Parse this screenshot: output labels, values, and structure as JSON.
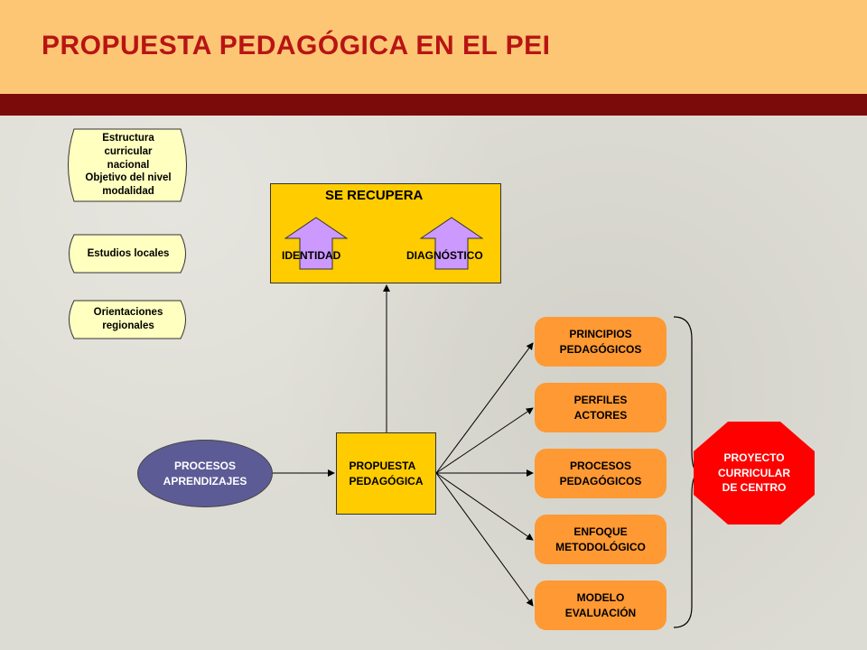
{
  "title": "PROPUESTA PEDAGÓGICA EN EL PEI",
  "colors": {
    "header_bg": "#fdc675",
    "header_band": "#7b0a0a",
    "title": "#b81414",
    "yellow_box": "#ffcc00",
    "orange_box": "#ff9933",
    "oval": "#5d5b96",
    "arrow_up": "#cc99ff",
    "octagon": "#ff0000"
  },
  "scrolls": [
    {
      "lines": [
        "Estructura",
        "curricular",
        "nacional",
        "Objetivo del nivel",
        "modalidad"
      ]
    },
    {
      "lines": [
        "Estudios locales"
      ]
    },
    {
      "lines": [
        "Orientaciones",
        "regionales"
      ]
    }
  ],
  "recupera": {
    "title": "SE RECUPERA",
    "left_label": "IDENTIDAD",
    "right_label": "DIAGNÓSTICO"
  },
  "oval": {
    "line1": "PROCESOS",
    "line2": "APRENDIZAJES"
  },
  "propuesta": {
    "line1": "PROPUESTA",
    "line2": "PEDAGÓGICA"
  },
  "components": [
    {
      "line1": "PRINCIPIOS",
      "line2": "PEDAGÓGICOS"
    },
    {
      "line1": "PERFILES",
      "line2": "ACTORES"
    },
    {
      "line1": "PROCESOS",
      "line2": "PEDAGÓGICOS"
    },
    {
      "line1": "ENFOQUE",
      "line2": "METODOLÓGICO"
    },
    {
      "line1": "MODELO",
      "line2": "EVALUACIÓN"
    }
  ],
  "result": {
    "line1": "PROYECTO",
    "line2": "CURRICULAR",
    "line3": "DE CENTRO"
  }
}
